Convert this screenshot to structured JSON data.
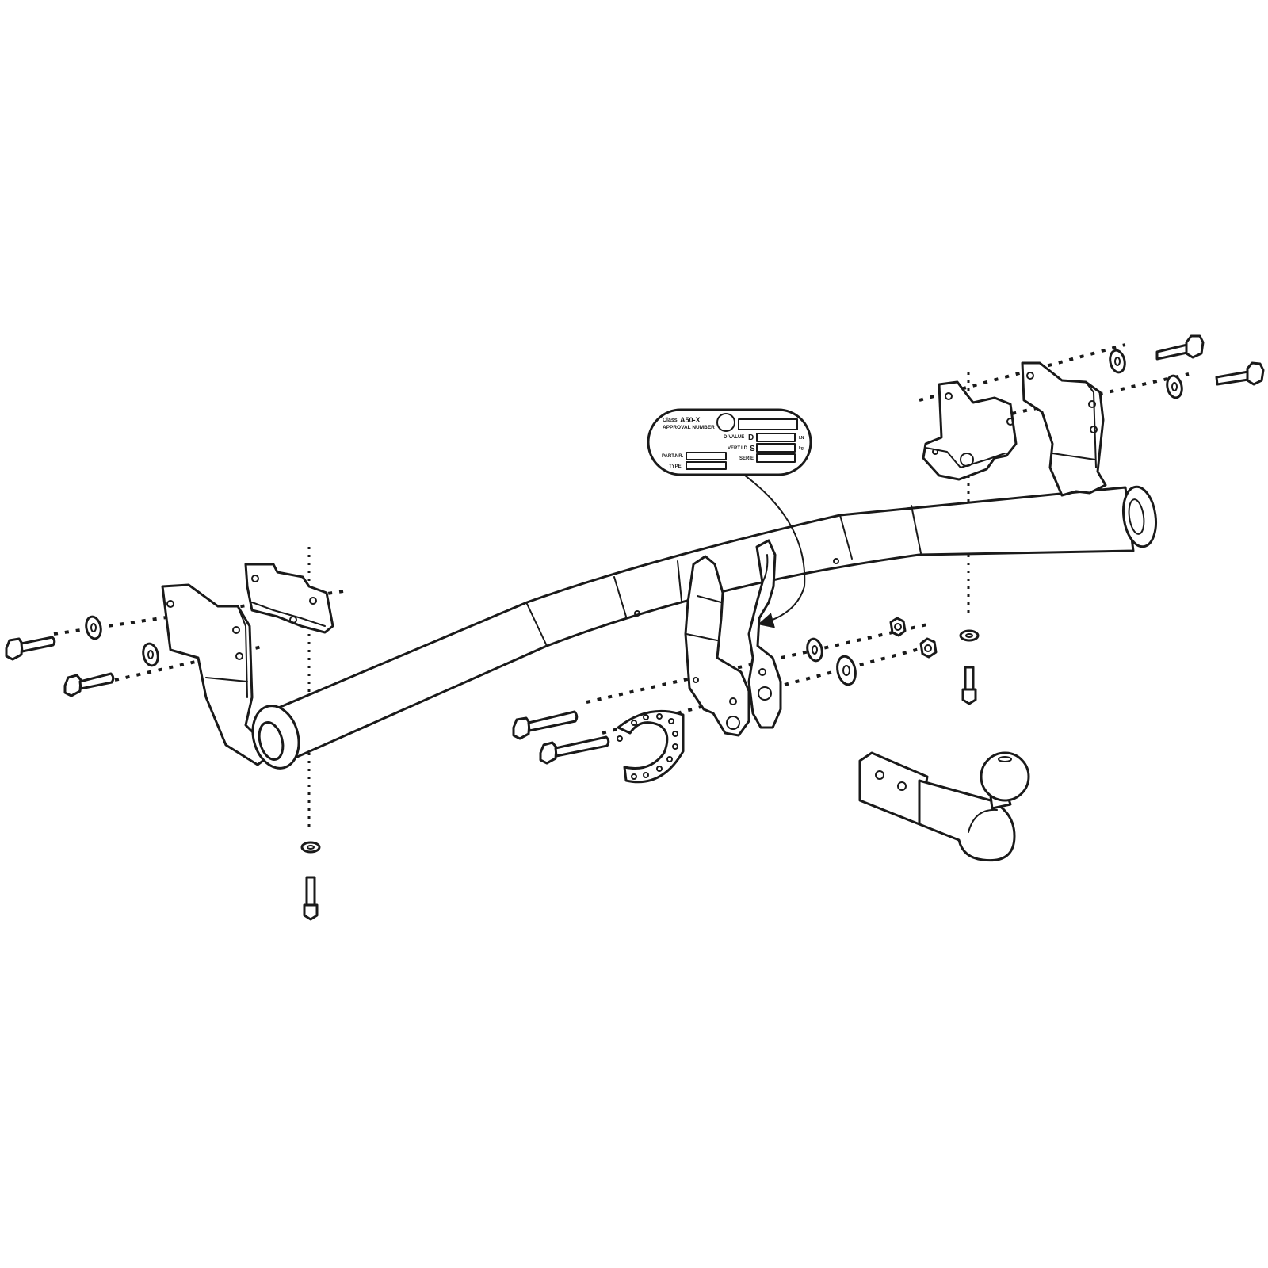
{
  "plate": {
    "class_label": "Class",
    "class_value": "A50-X",
    "approval_label": "APPROVAL NUMBER",
    "dvalue_label": "D-VALUE",
    "dvalue_letter": "D",
    "dvalue_unit": "kN",
    "vertld_label": "VERT.LD",
    "vertld_letter": "S",
    "vertld_unit": "kg",
    "serie_label": "SERIE",
    "partnr_label": "PART.NR.",
    "type_label": "TYPE"
  },
  "colors": {
    "line": "#1a1a1a",
    "fill": "#ffffff"
  }
}
